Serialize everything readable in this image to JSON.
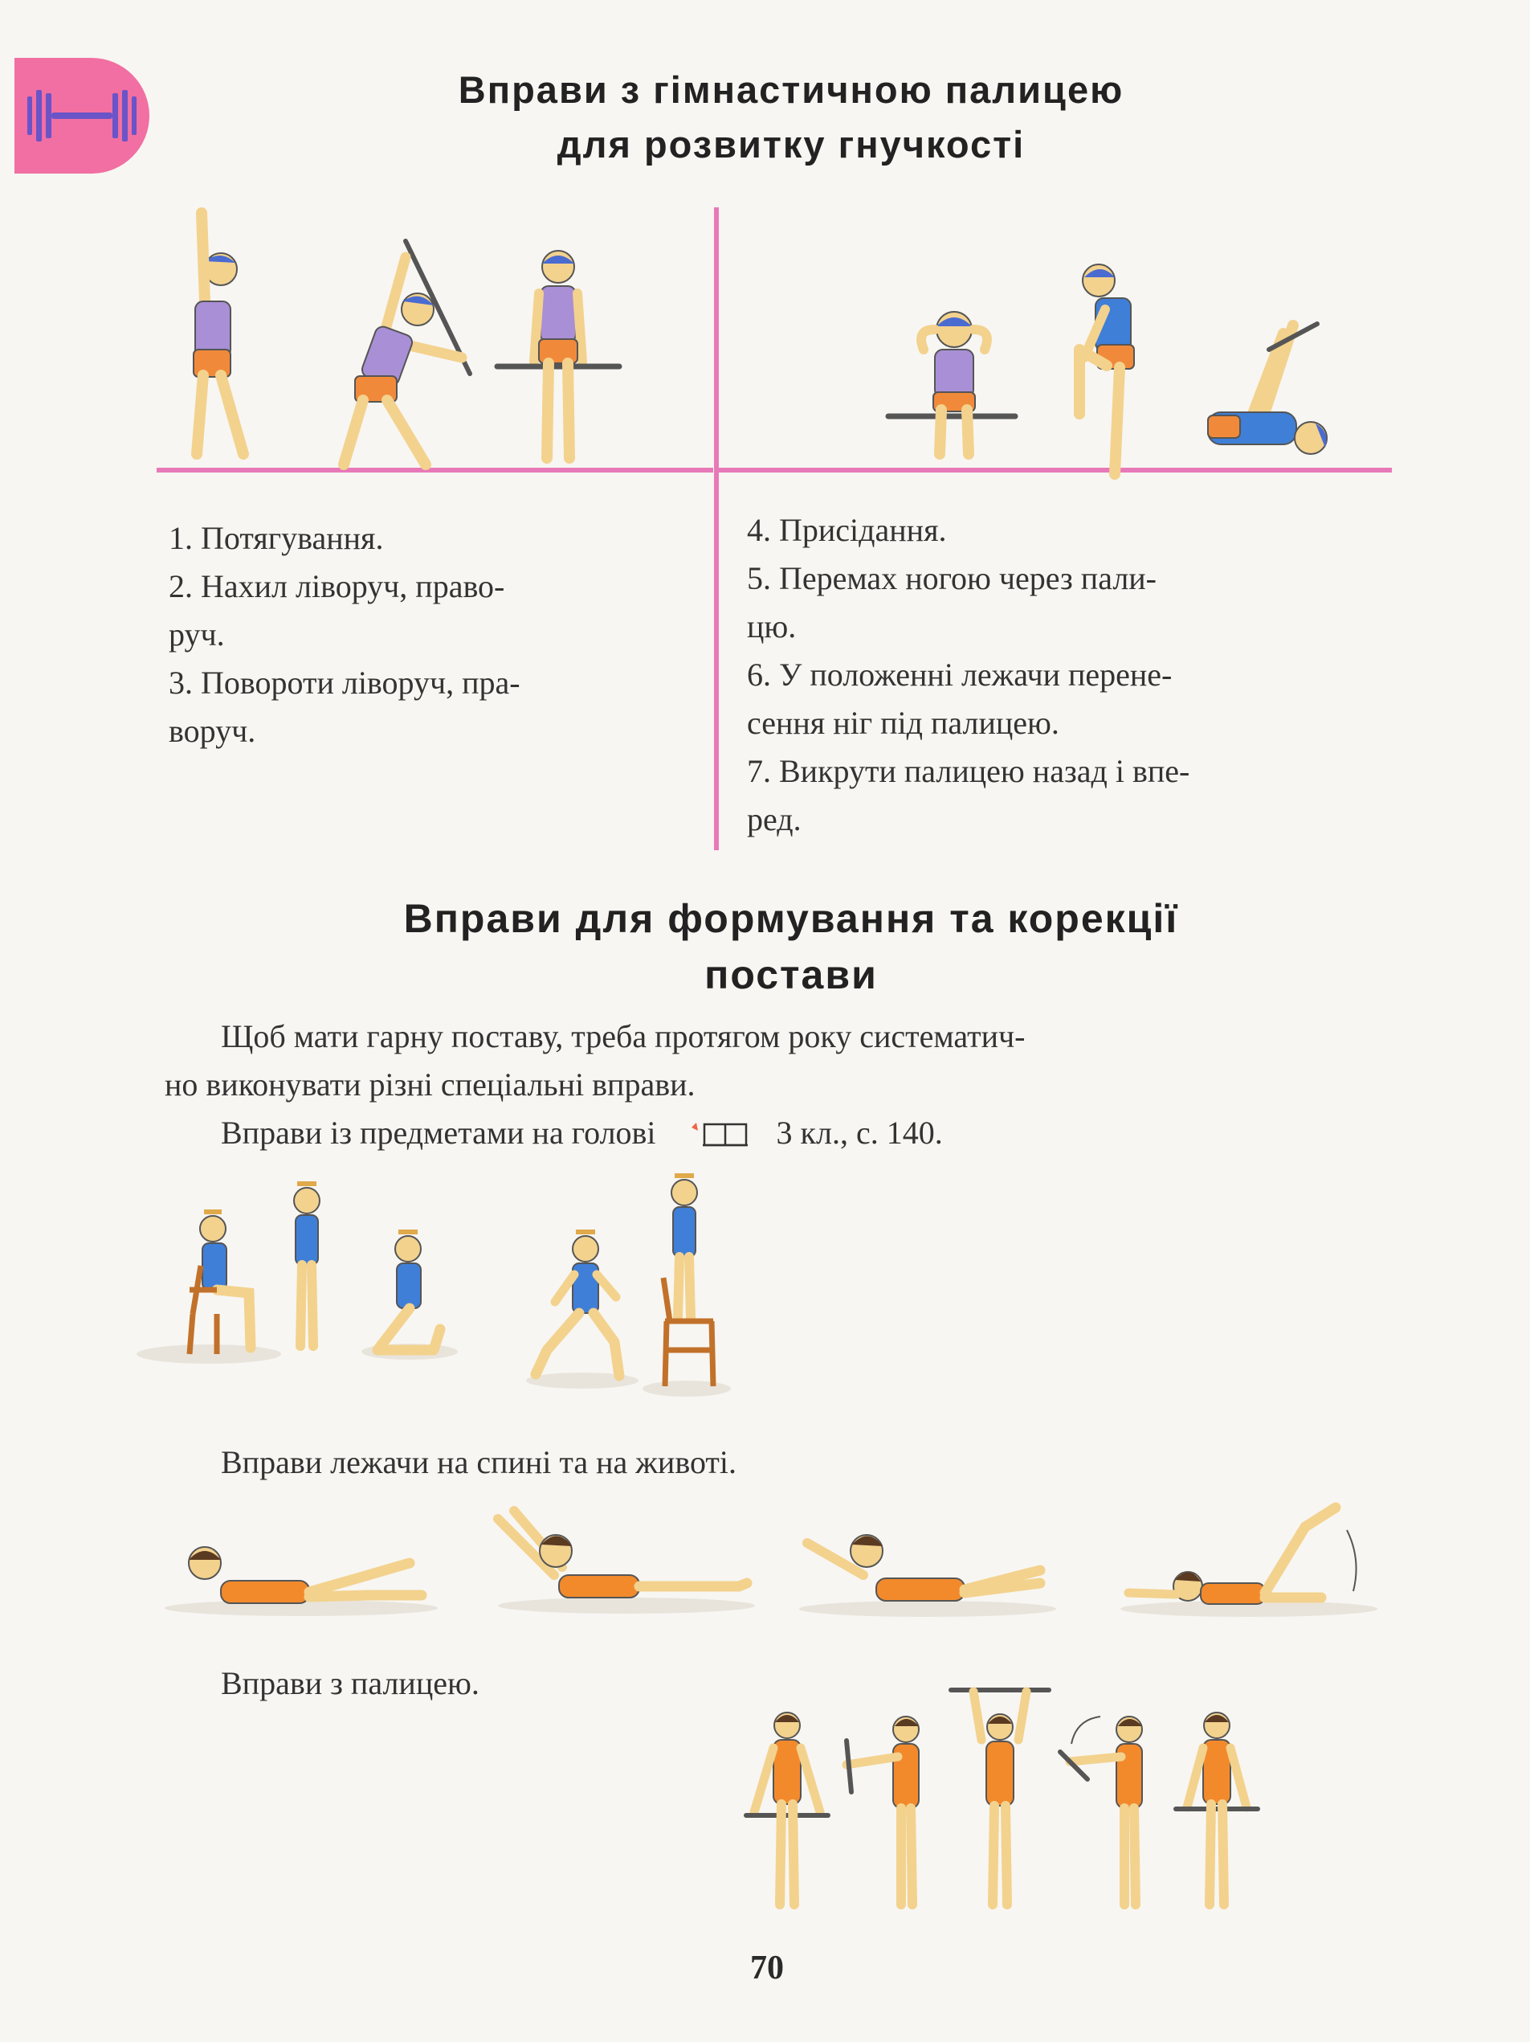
{
  "section1": {
    "title_line1": "Вправи з гімнастичною палицею",
    "title_line2": "для розвитку гнучкості",
    "left_items": [
      {
        "line1": "1. Потягування."
      },
      {
        "line1": "2. Нахил ліворуч, право-",
        "line2": "руч."
      },
      {
        "line1": "3. Повороти ліворуч, пра-",
        "line2": "воруч."
      }
    ],
    "right_items": [
      {
        "line1": "4. Присідання."
      },
      {
        "line1": "5. Перемах ногою через пали-",
        "line2": "цю."
      },
      {
        "line1": "6. У положенні лежачи перене-",
        "line2": "сення ніг під палицею."
      },
      {
        "line1": "7. Викрути палицею назад і впе-",
        "line2": "ред."
      }
    ]
  },
  "section2": {
    "title_line1": "Вправи для формування та корекції",
    "title_line2": "постави",
    "intro_line1": "Щоб мати гарну поставу, треба протягом року систематич-",
    "intro_line2": "но виконувати різні спеціальні вправи.",
    "head_items_text": "Вправи із предметами на голові",
    "head_items_ref": "3 кл., с. 140.",
    "lying_text": "Вправи лежачи на спині та на животі.",
    "stick_text": "Вправи з палицею."
  },
  "page_number": "70",
  "colors": {
    "accent_pink": "#e879b8",
    "badge_pink": "#f16fa2",
    "badge_icon": "#6a54c8",
    "skin": "#f3d28e",
    "shirt_purple": "#a98fd6",
    "shorts_orange": "#f08a3a",
    "leotard_blue": "#3f7fd8",
    "leotard_orange": "#f28a2c"
  }
}
